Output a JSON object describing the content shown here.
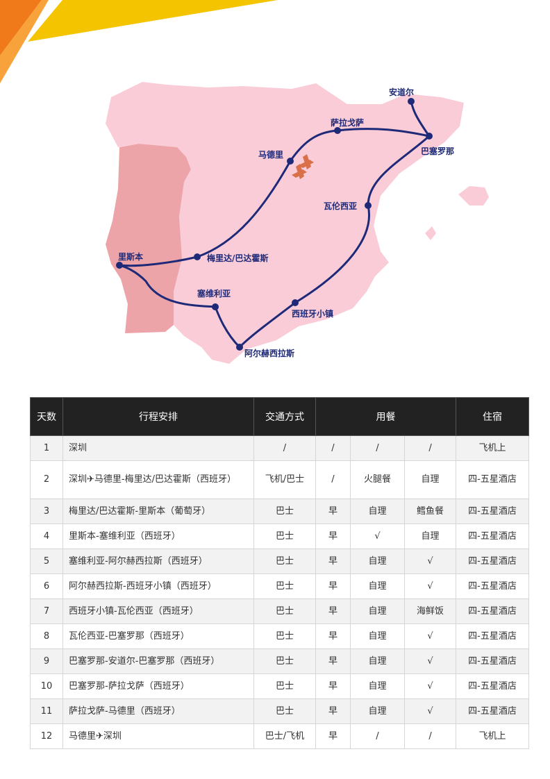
{
  "map": {
    "cities": [
      {
        "id": "andorra",
        "name": "安道尔"
      },
      {
        "id": "barcelona",
        "name": "巴塞罗那"
      },
      {
        "id": "zaragoza",
        "name": "萨拉戈萨"
      },
      {
        "id": "madrid",
        "name": "马德里"
      },
      {
        "id": "valencia",
        "name": "瓦伦西亚"
      },
      {
        "id": "lisbon",
        "name": "里斯本"
      },
      {
        "id": "merida",
        "name": "梅里达/巴达霍斯"
      },
      {
        "id": "seville",
        "name": "塞维利亚"
      },
      {
        "id": "mijas",
        "name": "西班牙小镇"
      },
      {
        "id": "marbella",
        "name": "阿尔赫西拉斯"
      }
    ],
    "colors": {
      "spain": "#f9ccd8",
      "portugal": "#eca4a8",
      "route": "#1e2a78",
      "airport": "#d9704a",
      "corner_orange": "#f07a1a",
      "corner_yellow": "#f5c400"
    }
  },
  "table": {
    "headers": {
      "day": "天数",
      "route": "行程安排",
      "transport": "交通方式",
      "meals": "用餐",
      "hotel": "住宿"
    },
    "rows": [
      {
        "day": "1",
        "route": "深圳",
        "transport": "/",
        "breakfast": "/",
        "lunch": "/",
        "dinner": "/",
        "hotel": "飞机上"
      },
      {
        "day": "2",
        "route": "深圳✈马德里-梅里达/巴达霍斯（西班牙）",
        "transport": "飞机/巴士",
        "breakfast": "/",
        "lunch": "火腿餐",
        "dinner": "自理",
        "hotel": "四-五星酒店"
      },
      {
        "day": "3",
        "route": "梅里达/巴达霍斯-里斯本（葡萄牙）",
        "transport": "巴士",
        "breakfast": "早",
        "lunch": "自理",
        "dinner": "鳕鱼餐",
        "hotel": "四-五星酒店"
      },
      {
        "day": "4",
        "route": "里斯本-塞维利亚（西班牙）",
        "transport": "巴士",
        "breakfast": "早",
        "lunch": "√",
        "dinner": "自理",
        "hotel": "四-五星酒店"
      },
      {
        "day": "5",
        "route": "塞维利亚-阿尔赫西拉斯（西班牙）",
        "transport": "巴士",
        "breakfast": "早",
        "lunch": "自理",
        "dinner": "√",
        "hotel": "四-五星酒店"
      },
      {
        "day": "6",
        "route": "阿尔赫西拉斯-西班牙小镇（西班牙）",
        "transport": "巴士",
        "breakfast": "早",
        "lunch": "自理",
        "dinner": "√",
        "hotel": "四-五星酒店"
      },
      {
        "day": "7",
        "route": "西班牙小镇-瓦伦西亚（西班牙）",
        "transport": "巴士",
        "breakfast": "早",
        "lunch": "自理",
        "dinner": "海鲜饭",
        "hotel": "四-五星酒店"
      },
      {
        "day": "8",
        "route": "瓦伦西亚-巴塞罗那（西班牙）",
        "transport": "巴士",
        "breakfast": "早",
        "lunch": "自理",
        "dinner": "√",
        "hotel": "四-五星酒店"
      },
      {
        "day": "9",
        "route": "巴塞罗那-安道尔-巴塞罗那（西班牙）",
        "transport": "巴士",
        "breakfast": "早",
        "lunch": "自理",
        "dinner": "√",
        "hotel": "四-五星酒店"
      },
      {
        "day": "10",
        "route": "巴塞罗那-萨拉戈萨（西班牙）",
        "transport": "巴士",
        "breakfast": "早",
        "lunch": "自理",
        "dinner": "√",
        "hotel": "四-五星酒店"
      },
      {
        "day": "11",
        "route": "萨拉戈萨-马德里（西班牙）",
        "transport": "巴士",
        "breakfast": "早",
        "lunch": "自理",
        "dinner": "√",
        "hotel": "四-五星酒店"
      },
      {
        "day": "12",
        "route": "马德里✈深圳",
        "transport": "巴士/飞机",
        "breakfast": "早",
        "lunch": "/",
        "dinner": "/",
        "hotel": "飞机上"
      }
    ]
  }
}
